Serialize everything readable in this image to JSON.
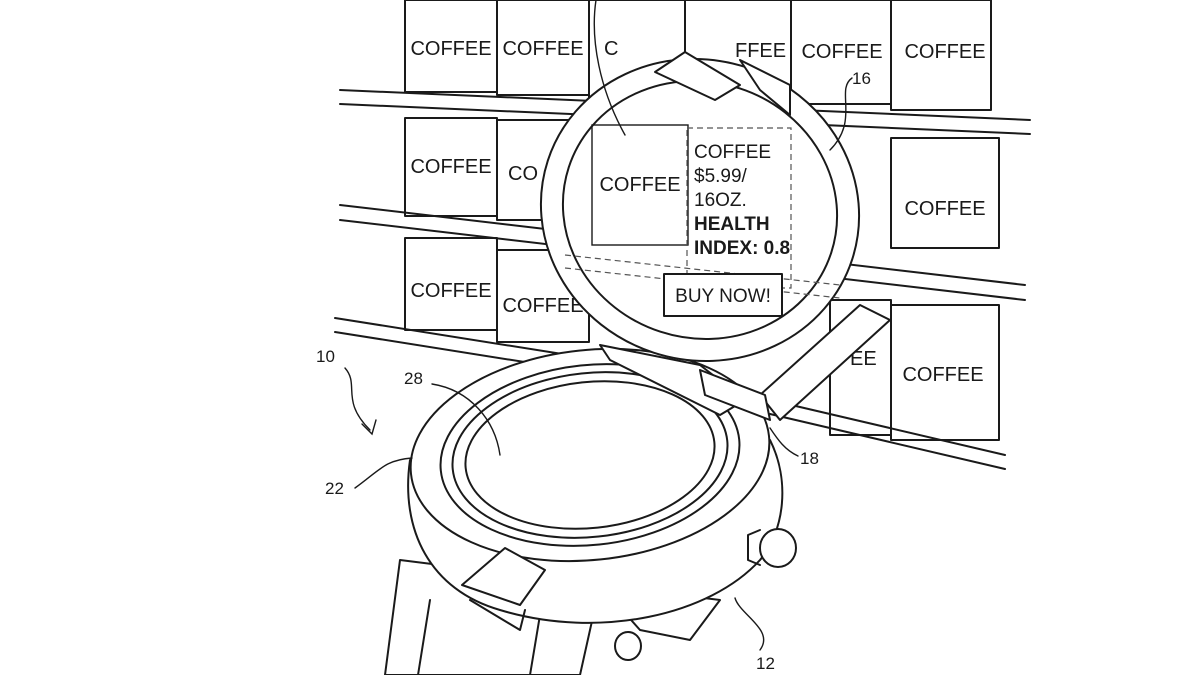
{
  "shelf": {
    "product_label": "COFFEE",
    "cropped_labels": [
      "C",
      "FFEE",
      "CO",
      "EE"
    ]
  },
  "overlay": {
    "lines": [
      "COFFEE",
      "$5.99/",
      "16OZ.",
      "HEALTH",
      "INDEX: 0.8"
    ],
    "button_label": "BUY NOW!"
  },
  "references": {
    "device": "10",
    "watch_body": "12",
    "lid": "16",
    "hinge": "18",
    "case": "22",
    "display": "28"
  }
}
